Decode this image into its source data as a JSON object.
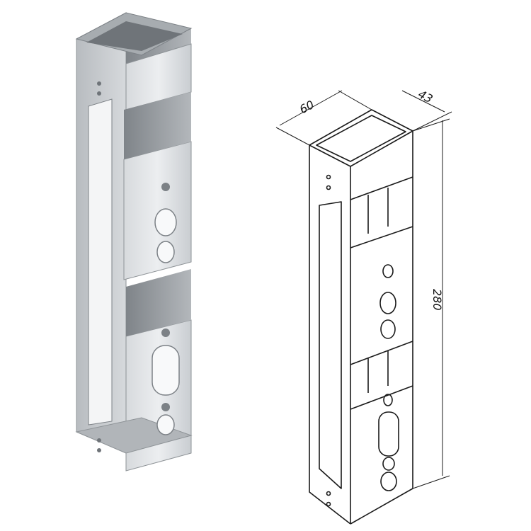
{
  "figure": {
    "photo_view": {
      "description_icon": "door-lock-box-render"
    },
    "drawing_view": {
      "dimensions": {
        "width_label": "60",
        "depth_label": "43",
        "height_label": "280"
      }
    }
  },
  "colors": {
    "line": "#1a1a1a",
    "metal_light": "#e4e6e8",
    "metal_mid": "#c4c8cc",
    "metal_dark": "#8e9397",
    "background": "#ffffff"
  }
}
